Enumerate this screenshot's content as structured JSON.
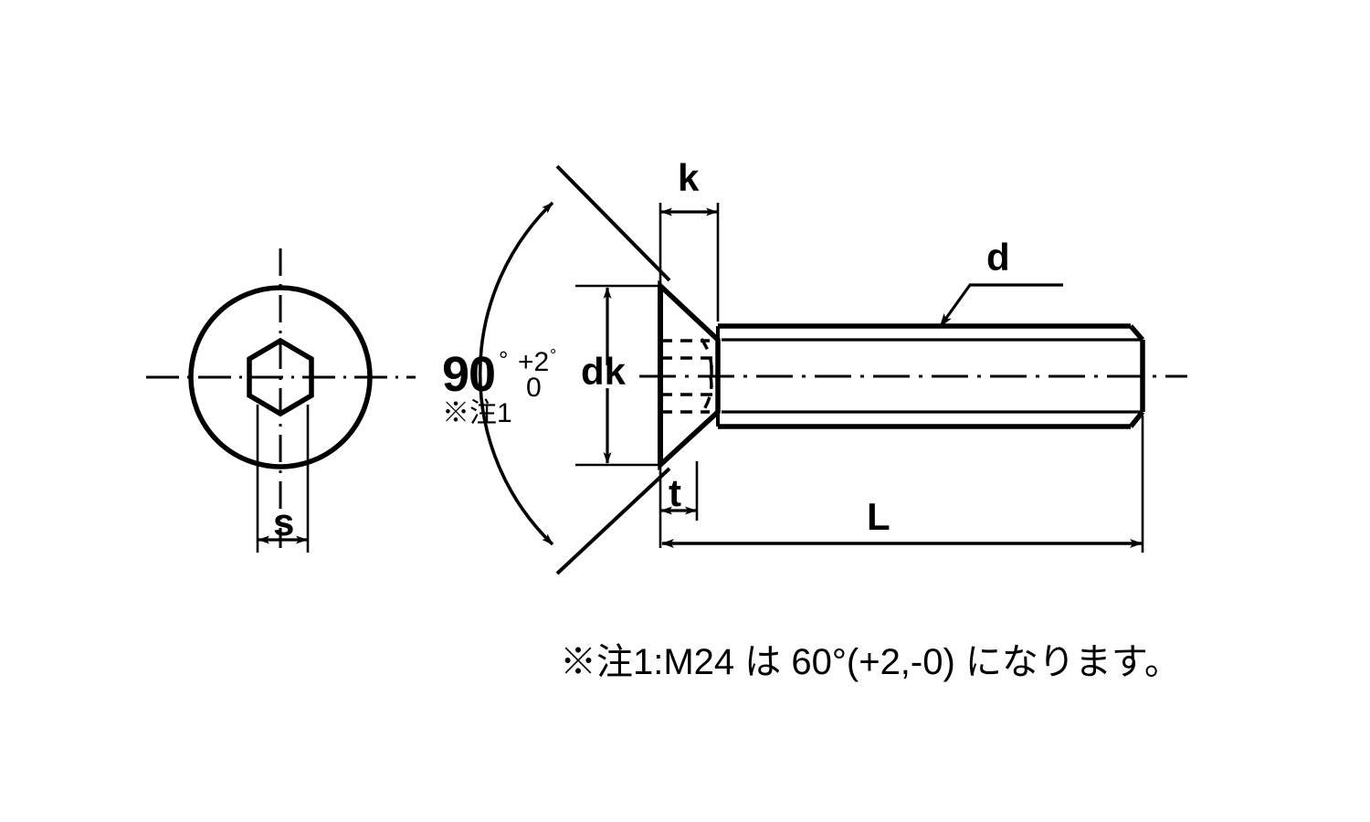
{
  "drawing": {
    "title": "Hex socket flat head cap screw dimensional drawing",
    "background_color": "#ffffff",
    "line_color": "#000000",
    "labels": {
      "k": "k",
      "dk": "dk",
      "t": "t",
      "l": "L",
      "d": "d",
      "s": "s"
    },
    "angle": {
      "value": "90",
      "degree_symbol": "°",
      "tolerance_upper": "+2",
      "tolerance_upper_degree": "°",
      "tolerance_lower": "0",
      "note_ref": "※注1"
    },
    "note": "※注1:M24 は 60°(+2,-0) になります。",
    "views": {
      "front": {
        "name": "front-view",
        "description": "circular head outline with hexagon socket"
      },
      "side": {
        "name": "side-view",
        "description": "countersunk head with threaded shank"
      }
    }
  }
}
